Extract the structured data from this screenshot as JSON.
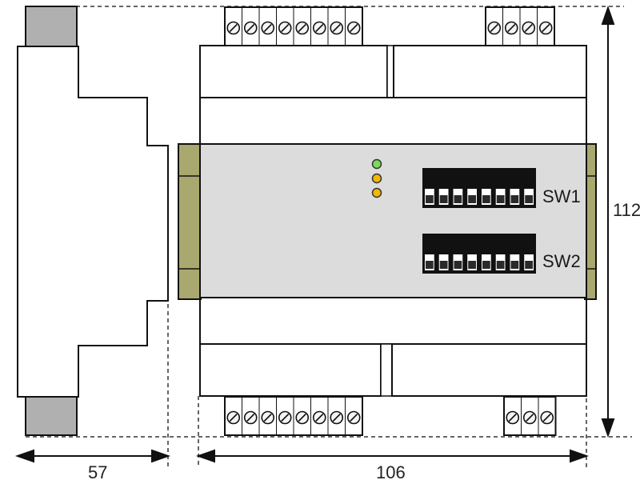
{
  "figure": {
    "type": "technical-dimension-drawing",
    "subject": "DIN-rail mounted module, side and front view"
  },
  "dimensions": {
    "depth_label": "57",
    "width_label": "106",
    "height_label": "112"
  },
  "switches": [
    {
      "label": "SW1",
      "positions": 8
    },
    {
      "label": "SW2",
      "positions": 8
    }
  ],
  "leds": {
    "count": 3,
    "colors": [
      "#7cd957",
      "#f2b705",
      "#f2b705"
    ]
  },
  "terminal_blocks": {
    "top_left_screws": 8,
    "top_right_screws": 4,
    "bottom_left_screws": 8,
    "bottom_right_screws": 3
  },
  "colors": {
    "housing": "#ffffff",
    "front_panel": "#dcdcdc",
    "din_clip": "#b0b0b0",
    "rail_tab": "#a9a86e",
    "outline": "#111111"
  }
}
